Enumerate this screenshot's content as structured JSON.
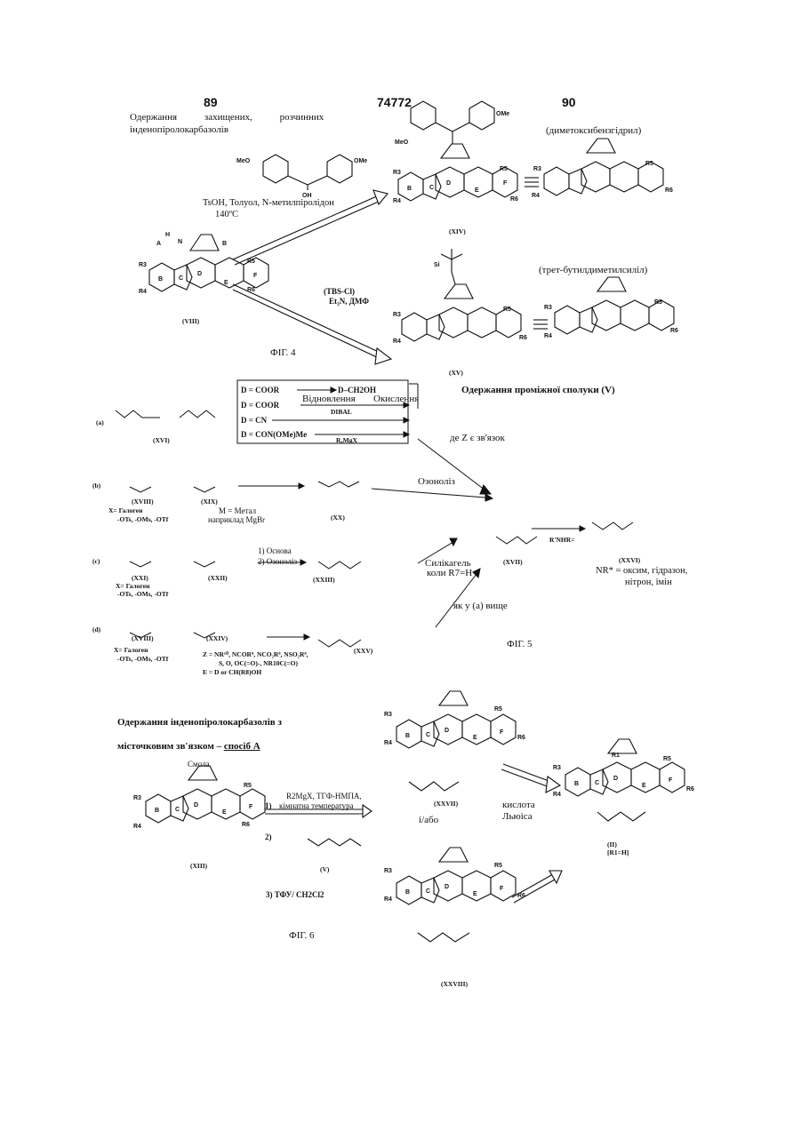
{
  "header": {
    "left_page": "89",
    "center_number": "74772",
    "right_page": "90"
  },
  "fig4": {
    "title_line1": "Одержання захищених, розчинних",
    "title_line2": "індено­піролокарбазолів",
    "reagent_top_cond1": "TsOH, Толуол, N-метилпіролідон",
    "reagent_top_cond2": "140ºC",
    "reagent_bottom_1": "(TBS-Cl)",
    "reagent_bottom_2": "Et₃N, ДМФ",
    "label_dmb": "(диметоксибензгідрил)",
    "label_tbs": "(трет-бутилдиметилсиліл)",
    "compound_start": "(VIII)",
    "compound_xiv": "(XIV)",
    "compound_xv": "(XV)",
    "caption": "ФІГ. 4"
  },
  "fig5": {
    "title": "Одержання проміжної сполуки (V)",
    "box_rows": [
      {
        "left": "D = COOR",
        "right": "D–CH2OH",
        "above": "",
        "below": ""
      },
      {
        "left": "D = COOR",
        "right": "",
        "above": "Відновлення",
        "below": "DIBAL"
      },
      {
        "left": "D = CN",
        "right": "",
        "above": "",
        "below": ""
      },
      {
        "left": "D = CON(OMe)Me",
        "right": "",
        "above": "",
        "below": "R₈MgX"
      }
    ],
    "oxidation": "Окислення",
    "where_z_bond": "де Z є зв'язок",
    "ozonolysis_b": "Озоноліз",
    "step_c1": "1) Основа",
    "step_c2": "2) Озоноліз",
    "silica1": "Силікагель",
    "silica2": "коли R7=H",
    "as_in_a": "як у (а) вище",
    "row_labels": [
      "(a)",
      "(b)",
      "(c)",
      "(d)"
    ],
    "compounds": [
      "(XVI)",
      "(XVIII)",
      "(XIX)",
      "(XX)",
      "(XXI)",
      "(XXII)",
      "(XXIII)",
      "(XVII)",
      "(XXVI)",
      "(XVIII)",
      "(XXIV)",
      "(XXV)"
    ],
    "x_note_b1": "X= Галоген",
    "x_note_b2": "-OTs, -OMs, -OTf",
    "m_note1": "M = Метал",
    "m_note2": "наприклад MgBr",
    "x_note_c1": "X= Галоген",
    "x_note_c2": "-OTs, -OMs, -OTf",
    "x_note_d1": "X= Галоген",
    "x_note_d2": "-OTs, -OMs, -OTf",
    "z_def1": "Z = NR¹⁰, NCOR⁹, NCO₂R⁹, NSO₂R⁹,",
    "z_def2": "S, O, OC(=O)-, NR10C(=O)",
    "e_def": "E = D or CH(R8)OH",
    "nr_reagent": "R'NHR=",
    "nr_note1": "NR* = оксим, гідразон,",
    "nr_note2": "нітрон, імін",
    "caption": "ФІГ. 5"
  },
  "fig6": {
    "title1": "Одержання індено­піролокарбазолів з",
    "title2_prefix": "місточковим зв'язком –",
    "title2_method": "спосіб А",
    "resin": "Смола",
    "step1_reagent": "R2MgX, ТГФ-НМПА,",
    "step1_cond": "кімнатна температура",
    "step1_num": "1)",
    "step2_num": "2)",
    "step3": "3) ТФУ/ CH2Cl2",
    "andor": "і/або",
    "lewis1": "кислота",
    "lewis2": "Льюіса",
    "compound_xiii": "(XIII)",
    "compound_v": "(V)",
    "compound_xxvii": "(XXVII)",
    "compound_xxviii": "(XXVIII)",
    "compound_ii": "(II)",
    "compound_ii_note": "[R1=H]",
    "caption": "ФІГ. 6"
  }
}
